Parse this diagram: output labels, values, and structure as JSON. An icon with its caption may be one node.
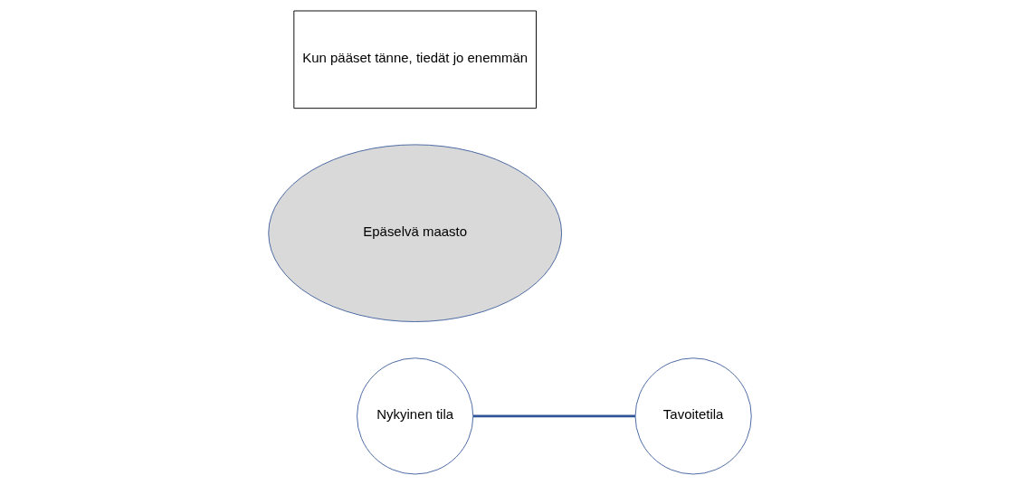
{
  "diagram": {
    "nodes": [
      {
        "text": [
          "Nykyinen tila"
        ]
      },
      {
        "text": [
          "Epäselvä maasto"
        ]
      },
      {
        "text": [
          "Tavoitetila"
        ]
      },
      {
        "text": [
          "Kun pääset tänne, tiedät jo enemmän"
        ]
      }
    ],
    "edges": [
      {
        "from": 0,
        "to": 2,
        "arrow": "none"
      }
    ]
  }
}
